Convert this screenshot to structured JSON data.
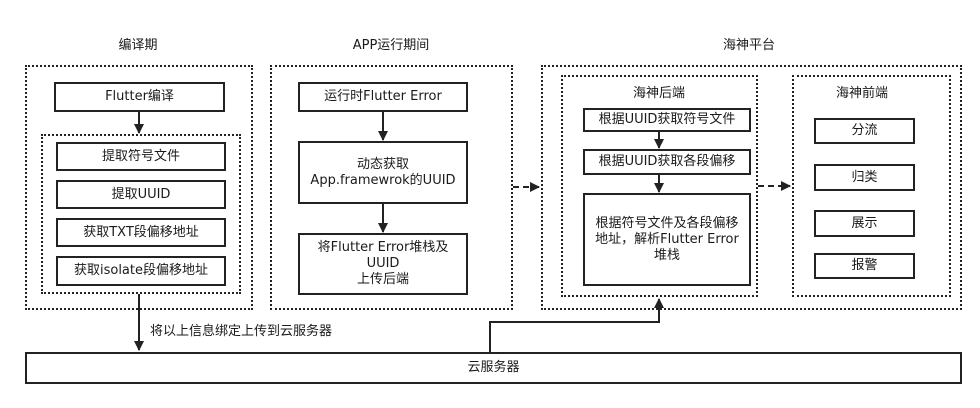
{
  "compile": {
    "title": "编译期",
    "flutter_compile": "Flutter编译",
    "steps": [
      "提取符号文件",
      "提取UUID",
      "获取TXT段偏移地址",
      "获取isolate段偏移地址"
    ]
  },
  "app": {
    "title": "APP运行期间",
    "steps": [
      "运行时Flutter Error",
      "动态获取\nApp.framewrok的UUID",
      "将Flutter Error堆栈及\nUUID\n上传后端"
    ]
  },
  "platform": {
    "title": "海神平台",
    "backend": {
      "title": "海神后端",
      "steps": [
        "根据UUID获取符号文件",
        "根据UUID获取各段偏移",
        "根据符号文件及各段偏移\n地址，解析Flutter Error\n堆栈"
      ]
    },
    "frontend": {
      "title": "海神前端",
      "items": [
        "分流",
        "归类",
        "展示",
        "报警"
      ]
    }
  },
  "edge_label": "将以上信息绑定上传到云服务器",
  "cloud": {
    "label": "云服务器"
  }
}
